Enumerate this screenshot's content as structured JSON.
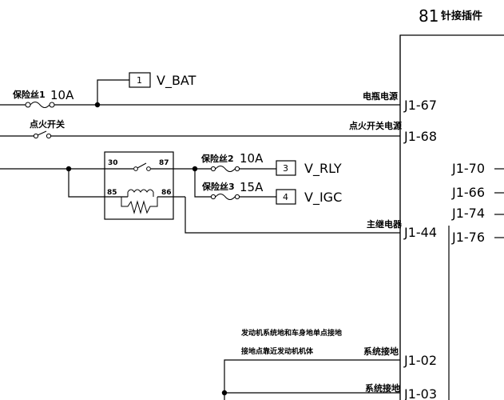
{
  "connector": {
    "title_num": "81",
    "title_text": "针接插件",
    "pins_left": [
      "J1-67",
      "J1-68",
      "J1-44",
      "J1-02",
      "J1-03"
    ],
    "pins_right": [
      "J1-70",
      "J1-66",
      "J1-74",
      "J1-76"
    ]
  },
  "wires": {
    "fuse1_label": "保险丝1",
    "fuse1_rating": "10A",
    "ign_switch_label": "点火开关",
    "battery_power": "电瓶电源",
    "ign_switch_power": "点火开关电源",
    "main_relay": "主继电器",
    "system_ground_1": "系统接地",
    "system_ground_2": "系统接地",
    "note_line1": "发动机系统地和车身地单点接地",
    "note_line2": "接地点靠近发动机机体"
  },
  "relay": {
    "pin30": "30",
    "pin87": "87",
    "pin85": "85",
    "pin86": "86",
    "fuse2_label": "保险丝2",
    "fuse2_rating": "10A",
    "fuse3_label": "保险丝3",
    "fuse3_rating": "15A"
  },
  "outputs": [
    {
      "num": "1",
      "name": "V_BAT"
    },
    {
      "num": "3",
      "name": "V_RLY"
    },
    {
      "num": "4",
      "name": "V_IGC"
    }
  ]
}
